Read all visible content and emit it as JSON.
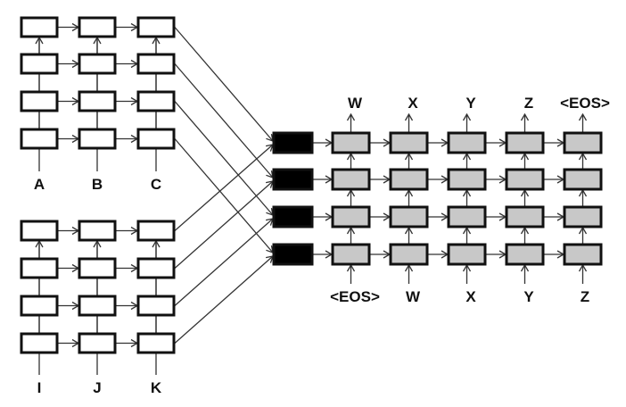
{
  "encoder_top": {
    "inputs": [
      "A",
      "B",
      "C"
    ]
  },
  "encoder_bottom": {
    "inputs": [
      "I",
      "J",
      "K"
    ]
  },
  "decoder": {
    "inputs": [
      "<EOS>",
      "W",
      "X",
      "Y",
      "Z"
    ],
    "outputs": [
      "W",
      "X",
      "Y",
      "Z",
      "<EOS>"
    ]
  },
  "colors": {
    "encoder_cell": "#ffffff",
    "decoder_cell": "#c8c8c8",
    "combiner_cell": "#000000",
    "stroke": "#111111"
  }
}
